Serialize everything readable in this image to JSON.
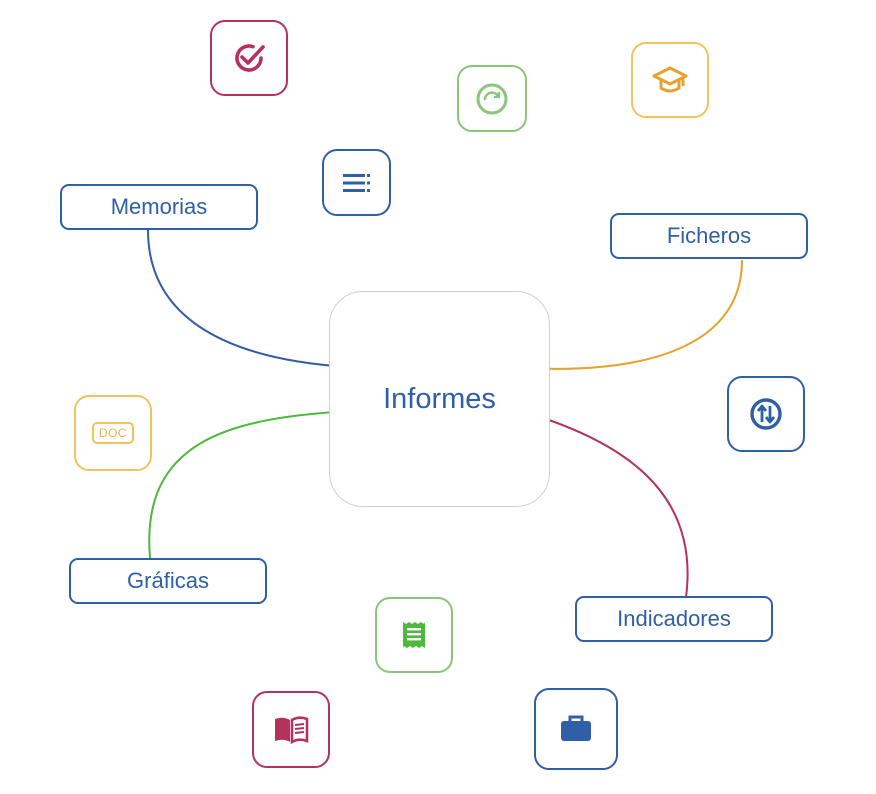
{
  "center": {
    "label": "Informes"
  },
  "nodes": {
    "memorias": "Memorias",
    "ficheros": "Ficheros",
    "graficas": "Gráficas",
    "indicadores": "Indicadores"
  },
  "tiles": {
    "doc_label": "DOC"
  },
  "colors": {
    "blue": "#2f5fa7",
    "orange": "#e8a22c",
    "green": "#4db83c",
    "crimson": "#b5325d",
    "light_green": "#8cc47a",
    "light_orange": "#f2c35a",
    "border_gray": "#cfcfcf"
  },
  "icons": [
    "check-circle-icon",
    "refresh-circle-icon",
    "graduation-cap-icon",
    "list-icon",
    "sync-arrows-icon",
    "doc-file-icon",
    "receipt-icon",
    "open-book-icon",
    "briefcase-icon"
  ]
}
